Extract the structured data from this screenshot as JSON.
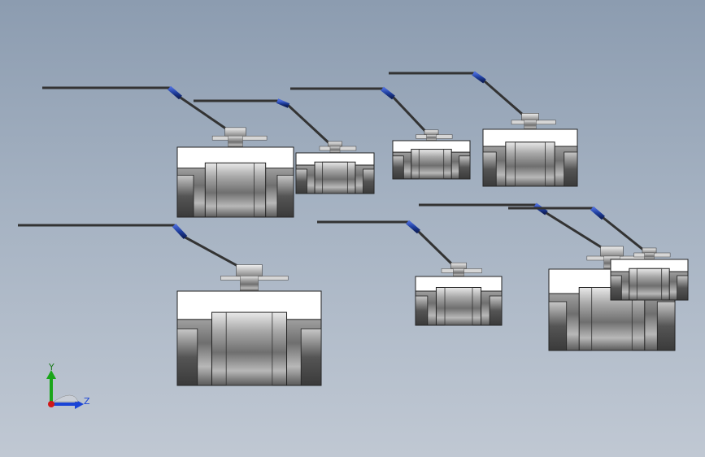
{
  "viewport": {
    "background_top": "#8c9cb0",
    "background_bottom": "#c0c8d3"
  },
  "model": {
    "component": "ball-valve",
    "instance_count": 8,
    "handle_color": "#1f3fa0",
    "body_color": "#8a8a8a",
    "cap_color": "#ffffff"
  },
  "triad": {
    "y_label": "Y",
    "z_label": "Z",
    "y_color": "#1aa51a",
    "z_color": "#1a44d6",
    "origin_color": "#d01818"
  }
}
